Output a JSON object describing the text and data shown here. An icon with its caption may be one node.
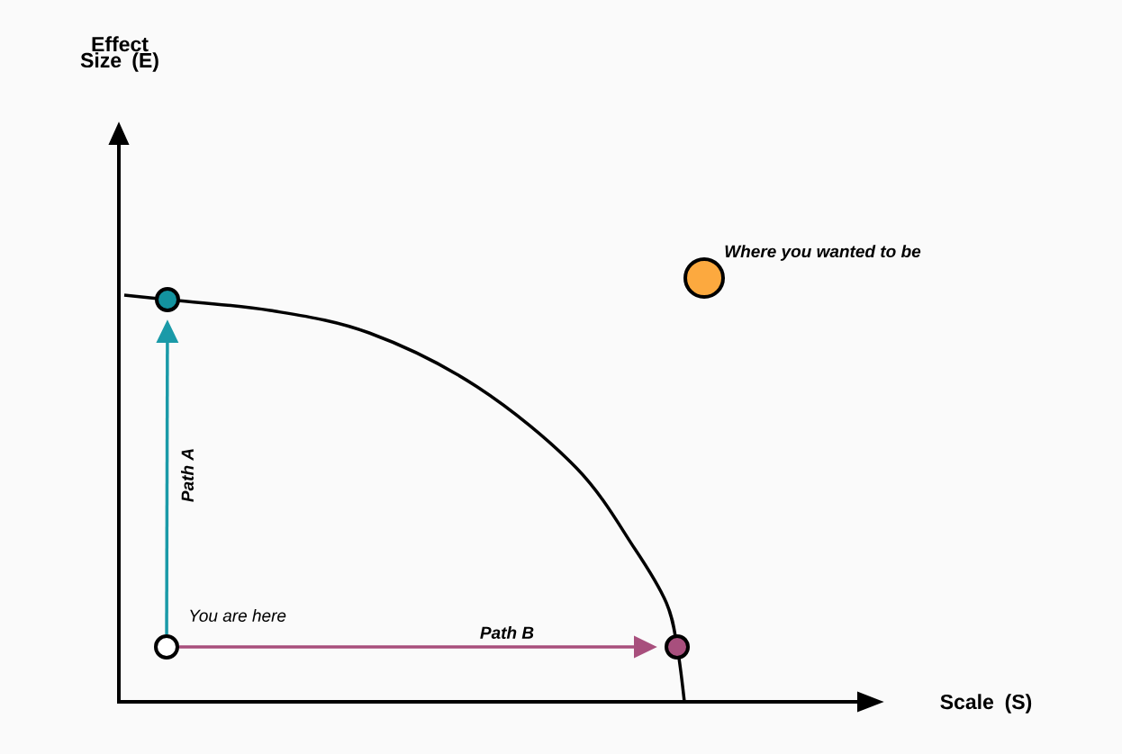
{
  "diagram": {
    "nodes": [
      {
        "text": [],
        "shape": "circle",
        "beside": [
          "You are here"
        ]
      },
      {
        "text": [],
        "shape": "circle"
      },
      {
        "text": [],
        "shape": "circle"
      },
      {
        "text": [],
        "shape": "circle",
        "beside": [
          "Where you wanted to be"
        ]
      }
    ],
    "edges": [
      {
        "from": 0,
        "to": 1,
        "arrow": "to",
        "label": "Path A",
        "color": "#1a9aa8"
      },
      {
        "from": 0,
        "to": 2,
        "arrow": "to",
        "label": "Path B",
        "color": "#a84f7d"
      }
    ],
    "labels": [
      "Effect Size (E)",
      "Scale (S)"
    ]
  }
}
